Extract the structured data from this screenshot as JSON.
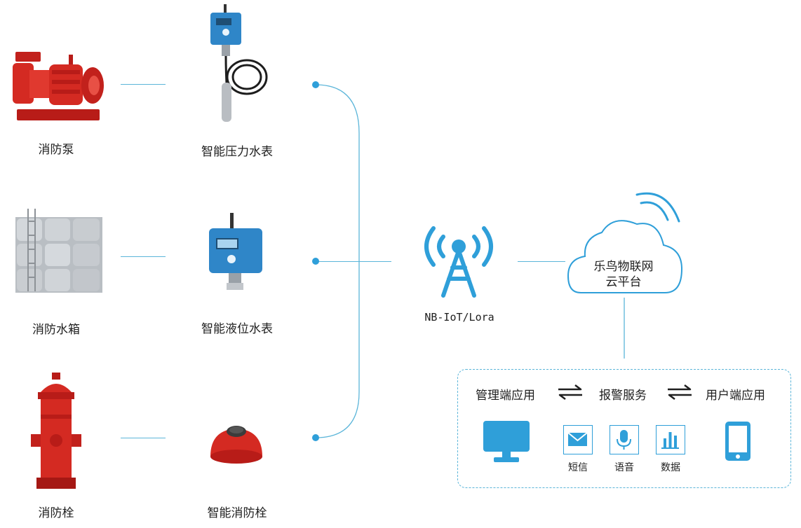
{
  "devices": {
    "pump_label": "消防泵",
    "tank_label": "消防水箱",
    "hydrant_label": "消防栓",
    "pressure_meter_label": "智能压力水表",
    "level_meter_label": "智能液位水表",
    "smart_hydrant_label": "智能消防栓"
  },
  "network": {
    "label": "NB-IoT/Lora"
  },
  "cloud": {
    "line1": "乐鸟物联网",
    "line2": "云平台"
  },
  "panel": {
    "admin_app": "管理端应用",
    "alarm_service": "报警服务",
    "user_app": "用户端应用",
    "sms": "短信",
    "voice": "语音",
    "data": "数据"
  },
  "colors": {
    "accent_blue": "#2f9fd9",
    "line_blue": "#5bb5d9",
    "fire_red": "#d42a22"
  }
}
